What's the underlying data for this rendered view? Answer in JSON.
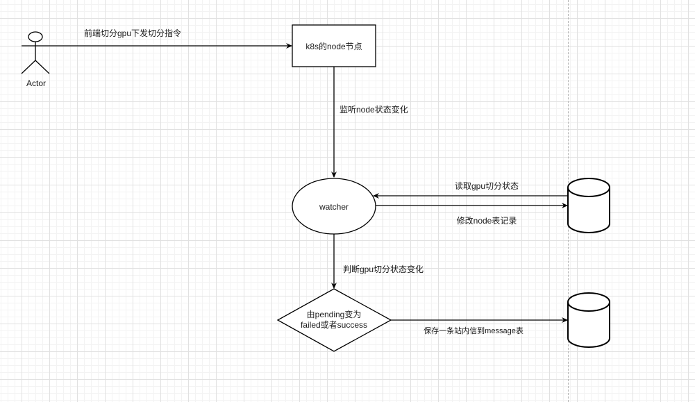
{
  "diagram": {
    "actor": {
      "label": "Actor"
    },
    "nodes": {
      "k8s_node": "k8s的node节点",
      "watcher": "watcher",
      "decision_line1": "由pending变为",
      "decision_line2": "failed或者success"
    },
    "edges": {
      "actor_to_k8s": "前端切分gpu下发切分指令",
      "k8s_to_watcher": "监听node状态变化",
      "db_to_watcher": "读取gpu切分状态",
      "watcher_to_db": "修改node表记录",
      "watcher_to_decision": "判断gpu切分状态变化",
      "decision_to_db": "保存一条站内信到message表"
    },
    "colors": {
      "stroke": "#000000",
      "grid_major": "#e1e1e1",
      "grid_minor": "#f3f3f3",
      "page_break": "#b5b5b5"
    }
  }
}
